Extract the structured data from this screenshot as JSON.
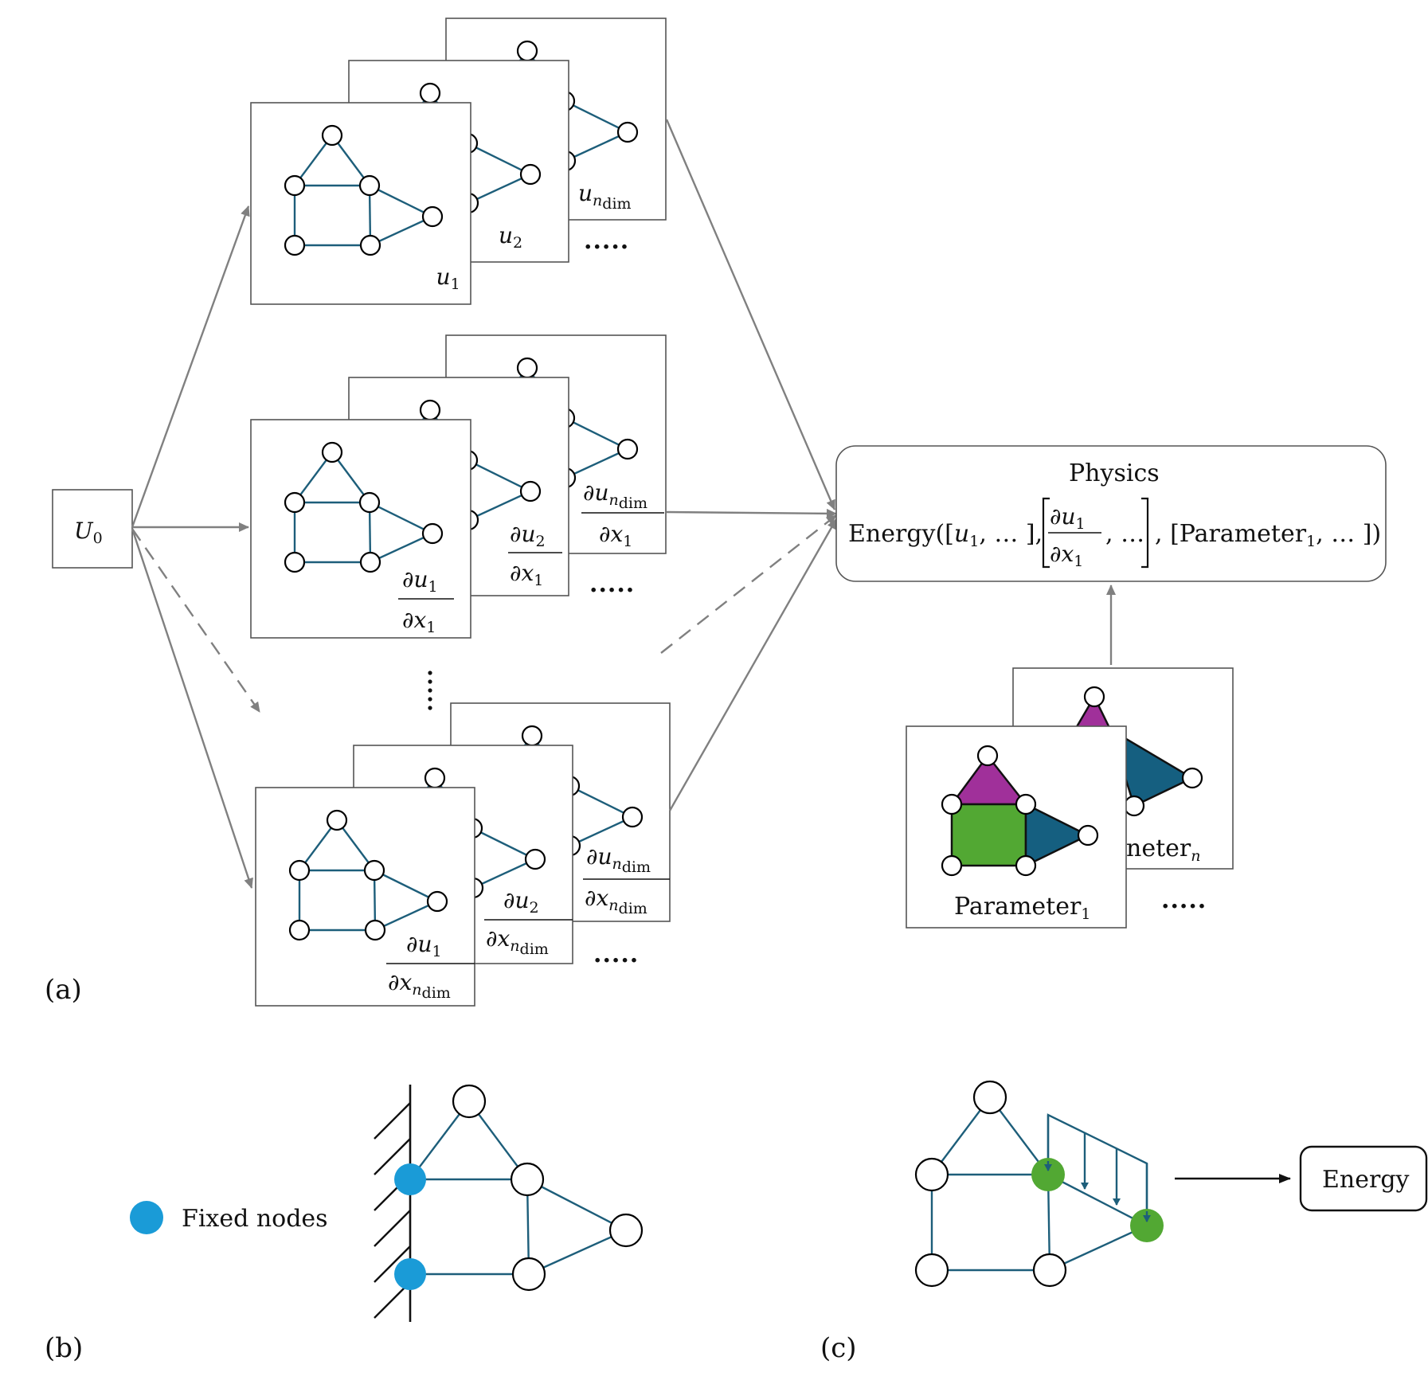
{
  "panel_labels": {
    "a": "(a)",
    "b": "(b)",
    "c": "(c)"
  },
  "input": {
    "symbol": "U",
    "sub": "0"
  },
  "stacks": {
    "u": [
      "1",
      "2",
      "dim"
    ],
    "deriv_first": [
      "1",
      "2",
      "dim"
    ],
    "deriv_last": [
      "1",
      "2",
      "dim"
    ],
    "ellipsis": "....."
  },
  "physics": {
    "title": "Physics",
    "energy_word": "Energy",
    "parameter_word": "Parameter",
    "ellipsis": "..."
  },
  "parameters": {
    "first": "Parameter",
    "first_sub": "1",
    "last": "Parameter",
    "last_sub": "n",
    "ellipsis": "....."
  },
  "legend": {
    "fixed_nodes": "Fixed nodes",
    "fixed_color": "#1a9bd7"
  },
  "output": {
    "energy": "Energy"
  },
  "colors": {
    "edge": "#1d5e7a",
    "magenta": "#a0309a",
    "green": "#52a833",
    "teal": "#155f80",
    "load_node": "#52a833"
  }
}
